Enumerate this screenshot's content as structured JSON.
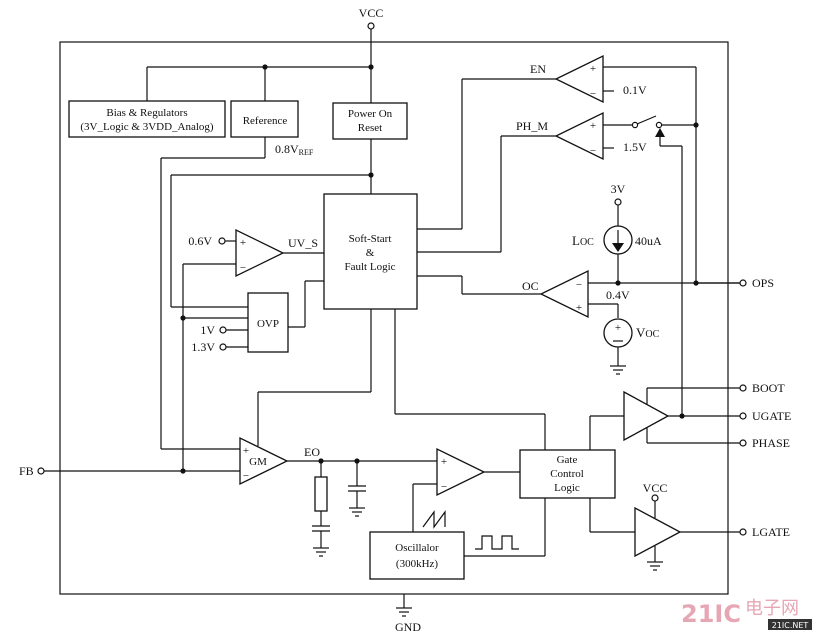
{
  "pins": {
    "vcc": "VCC",
    "gnd": "GND",
    "fb": "FB",
    "ops": "OPS",
    "boot": "BOOT",
    "ugate": "UGATE",
    "phase": "PHASE",
    "lgate": "LGATE"
  },
  "blocks": {
    "bias_line1": "Bias & Regulators",
    "bias_line2": "(3V_Logic & 3VDD_Analog)",
    "reference": "Reference",
    "por_line1": "Power On",
    "por_line2": "Reset",
    "softstart_line1": "Soft-Start",
    "softstart_line2": "&",
    "softstart_line3": "Fault Logic",
    "ovp": "OVP",
    "gm": "GM",
    "gate_line1": "Gate",
    "gate_line2": "Control",
    "gate_line3": "Logic",
    "osc_line1": "Oscillalor",
    "osc_line2": "(300kHz)"
  },
  "labels": {
    "en": "EN",
    "en_ref": "0.1V",
    "ph_m": "PH_M",
    "ph_ref": "1.5V",
    "uv_s": "UV_S",
    "uv_ref": "0.6V",
    "ref_out_main": "0.8V",
    "ref_out_sub": "REF",
    "ovp_in1": "1V",
    "ovp_in2": "1.3V",
    "oc": "OC",
    "oc_ref": "0.4V",
    "src_3v": "3V",
    "i_oc_main": "L",
    "i_oc_sub": "OC",
    "i_oc_val": "40uA",
    "v_oc_main": "V",
    "v_oc_sub": "OC",
    "eo": "EO",
    "vcc_lgate": "VCC",
    "plus": "+",
    "minus": "−"
  },
  "watermark": {
    "brand": "21IC",
    "cn": "电子网",
    "url": "21IC.NET"
  }
}
